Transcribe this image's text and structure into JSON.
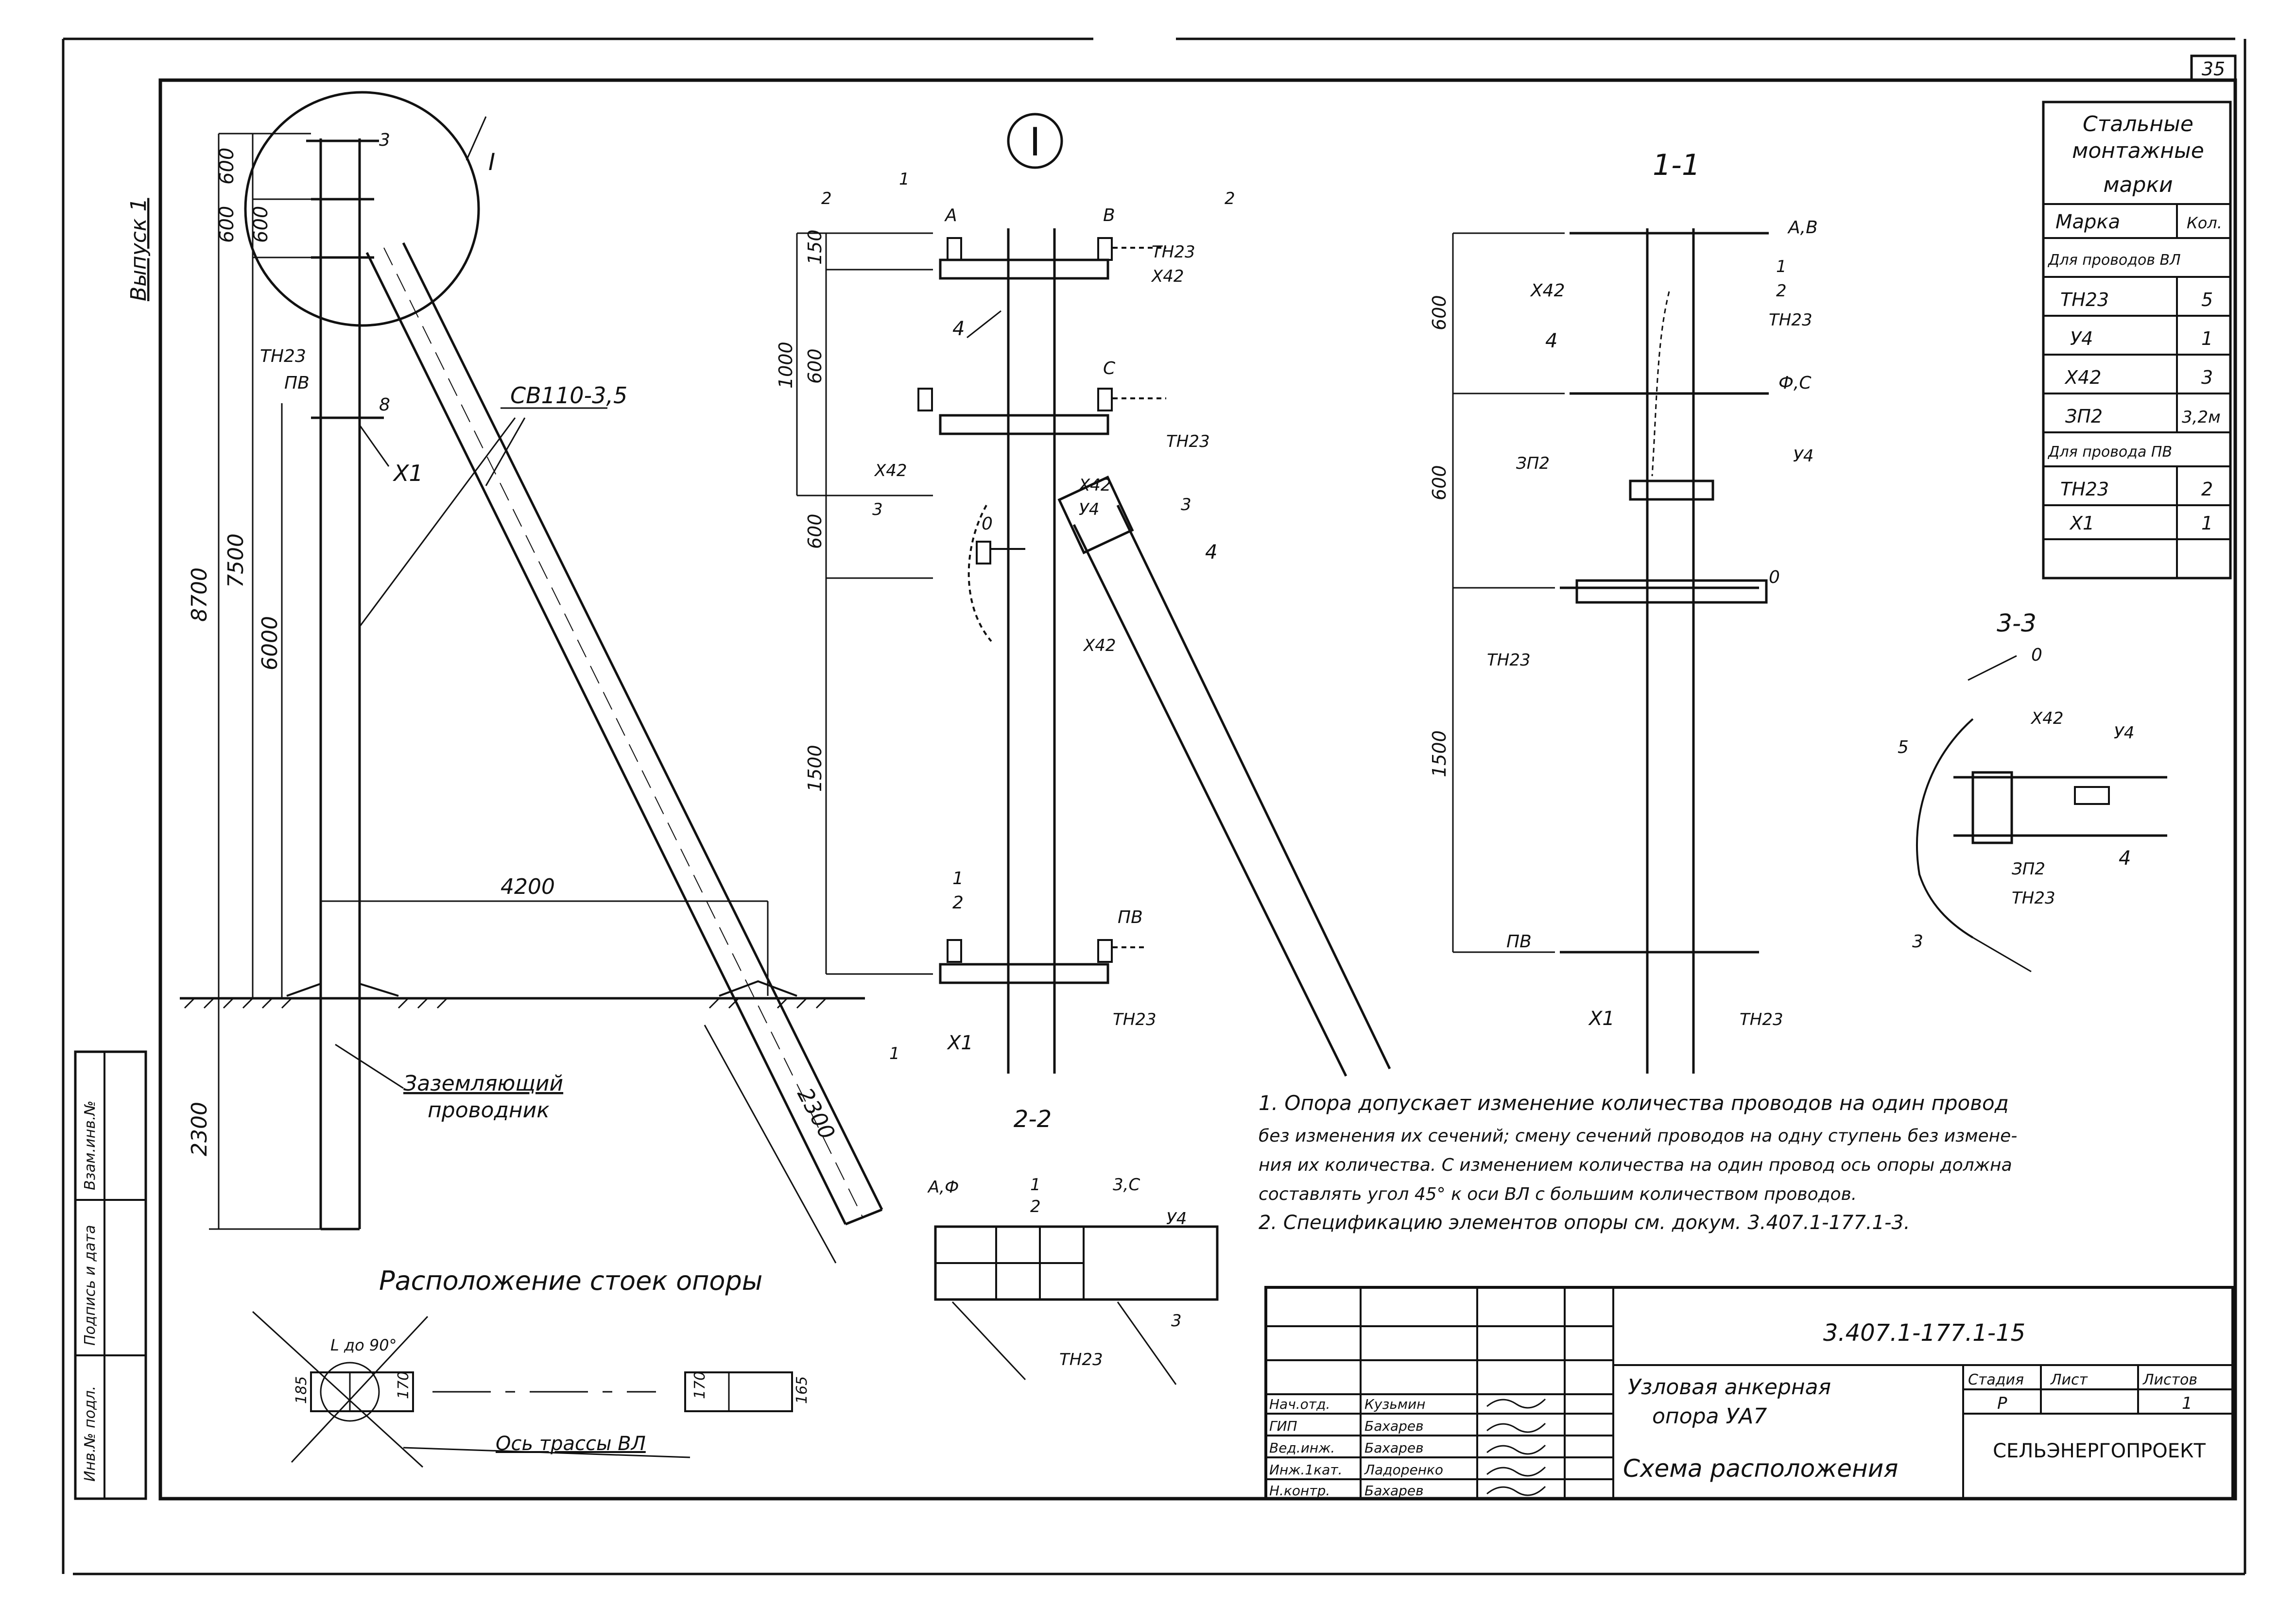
{
  "sheet": {
    "page_number": "35",
    "series_label": "Выпуск 1",
    "accent_color": "#111111",
    "background_color": "#ffffff"
  },
  "views": {
    "detail_marker": "I",
    "section_1_1": "1-1",
    "section_2_2": "2-2",
    "section_3_3": "3-3",
    "section_cut_labels": [
      "1",
      "1",
      "2",
      "2",
      "3",
      "3",
      "1"
    ]
  },
  "elevation": {
    "dims_vertical": [
      "600",
      "600",
      "600",
      "8700",
      "7500",
      "6000",
      "2300"
    ],
    "dim_horizontal": "4200",
    "dim_strut": "2300",
    "brace_label": "СВ110-3,5",
    "labels": [
      "ТН23",
      "ПВ",
      "8",
      "3",
      "Х1",
      "I"
    ],
    "ground_wire_line1": "Заземляющий",
    "ground_wire_line2": "проводник"
  },
  "detail_I": {
    "dims": [
      "150",
      "600",
      "1000",
      "600",
      "1500"
    ],
    "phases": [
      "А",
      "В",
      "С",
      "0",
      "ПВ"
    ],
    "labels": [
      "ТН23",
      "Х42",
      "4",
      "Х42",
      "ТН23",
      "Х42",
      "У4",
      "4",
      "Х42",
      "Х1",
      "ТН23",
      "1",
      "2"
    ]
  },
  "section_1_1": {
    "dims": [
      "600",
      "600",
      "1500"
    ],
    "phases": [
      "А,В",
      "Ф,С",
      "0",
      "ПВ"
    ],
    "labels": [
      "Х42",
      "1",
      "2",
      "ТН23",
      "4",
      "ЗП2",
      "У4",
      "ТН23",
      "Х1",
      "ТН23"
    ]
  },
  "section_2_2": {
    "labels": [
      "А,Ф",
      "1",
      "2",
      "3,С",
      "У4",
      "3",
      "ТН23"
    ]
  },
  "section_3_3": {
    "labels": [
      "0",
      "Х42",
      "У4",
      "5",
      "ЗП2",
      "ТН23",
      "4",
      "3"
    ]
  },
  "plan": {
    "title": "Расположение стоек опоры",
    "axis_label": "Ось трассы ВЛ",
    "dims": [
      "185",
      "170",
      "170",
      "165"
    ],
    "angle_label": "L до 90°"
  },
  "marks_table": {
    "title_line1": "Стальные",
    "title_line2": "монтажные",
    "title_line3": "марки",
    "col_mark": "Марка",
    "col_qty": "Кол.",
    "group_vl": "Для проводов ВЛ",
    "group_pv": "Для провода ПВ",
    "rows_vl": [
      {
        "mark": "ТН23",
        "qty": "5"
      },
      {
        "mark": "У4",
        "qty": "1"
      },
      {
        "mark": "Х42",
        "qty": "3"
      },
      {
        "mark": "ЗП2",
        "qty": "3,2м"
      }
    ],
    "rows_pv": [
      {
        "mark": "ТН23",
        "qty": "2"
      },
      {
        "mark": "Х1",
        "qty": "1"
      }
    ]
  },
  "notes": [
    "1. Опора допускает изменение количества проводов на один провод",
    "без изменения их сечений; смену сечений проводов на одну ступень без измене-",
    "ния их количества. С изменением количества на один провод ось опоры должна",
    "составлять угол 45° к оси ВЛ с большим количеством проводов.",
    "2. Спецификацию элементов опоры см. докум. 3.407.1-177.1-3."
  ],
  "title_block": {
    "code": "3.407.1-177.1-15",
    "name_line1": "Узловая анкерная",
    "name_line2": "опора УА7",
    "sheet_name": "Схема расположения",
    "col_stage": "Стадия",
    "col_sheet": "Лист",
    "col_sheets": "Листов",
    "stage": "Р",
    "sheets_total": "1",
    "org": "СЕЛЬЭНЕРГОПРОЕКТ",
    "roles": [
      "Нач.отд.",
      "ГИП",
      "Вед.инж.",
      "Инж.1кат.",
      "Н.контр."
    ],
    "people": [
      "Кузьмин",
      "Бахарев",
      "Бахарев",
      "Ладоренко",
      "Бахарев"
    ]
  },
  "side_stamp": [
    "Инв.№ подл.",
    "Подпись и дата",
    "Взам.инв.№"
  ]
}
